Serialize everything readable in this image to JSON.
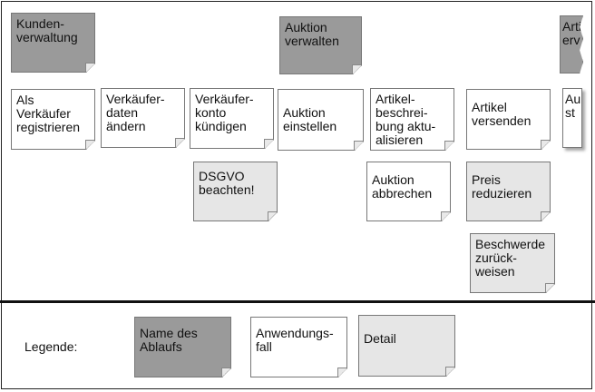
{
  "activities": [
    {
      "label": "Kunden-\nverwaltung"
    },
    {
      "label": "Auktion\nverwalten"
    },
    {
      "label": "Arti\nerv"
    }
  ],
  "use_cases": [
    {
      "label": "Als\nVerkäufer\nregistrieren"
    },
    {
      "label": "Verkäufer-\ndaten\nändern"
    },
    {
      "label": "Verkäufer-\nkonto\nkündigen"
    },
    {
      "label": "Auktion\neinstellen"
    },
    {
      "label": "Artikel-\nbeschrei-\nbung aktu-\nalisieren"
    },
    {
      "label": "Artikel\nversenden"
    },
    {
      "label": "Au\nst"
    }
  ],
  "details": [
    {
      "label": "DSGVO\nbeachten!"
    },
    {
      "label": "Auktion\nabbrechen"
    },
    {
      "label": "Preis\nreduzieren"
    },
    {
      "label": "Beschwerde\nzurück-\nweisen"
    }
  ],
  "legend": {
    "title": "Legende:",
    "items": [
      {
        "label": "Name des\nAblaufs"
      },
      {
        "label": "Anwendungs-\nfall"
      },
      {
        "label": "Detail"
      }
    ]
  },
  "colors": {
    "activity": "#9a9a9a",
    "use_case": "#ffffff",
    "detail": "#e6e6e6"
  }
}
